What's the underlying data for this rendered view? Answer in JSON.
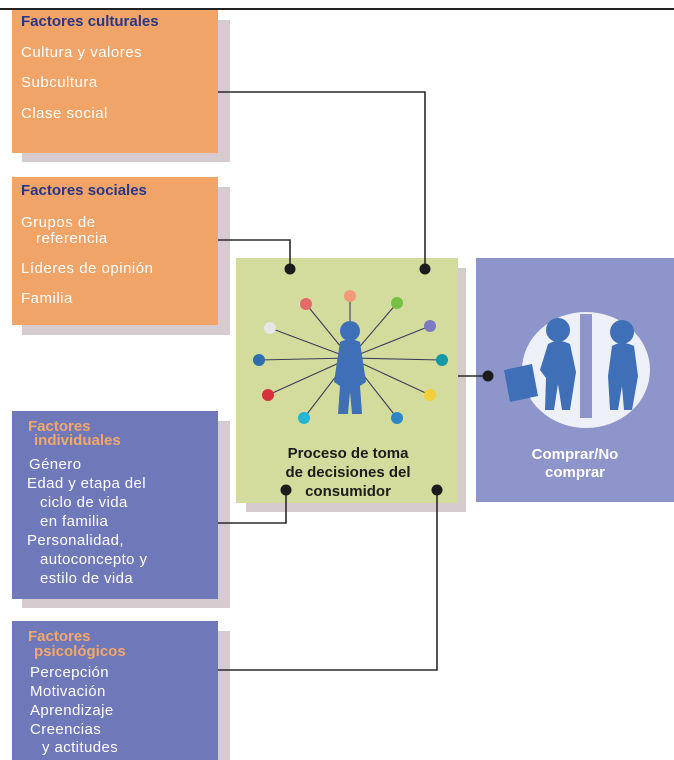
{
  "factors": {
    "cultural": {
      "title": "Factores culturales",
      "items": [
        "Cultura y valores",
        "Subcultura",
        "Clase social"
      ]
    },
    "social": {
      "title": "Factores sociales",
      "items": [
        "Grupos de",
        "referencia",
        "Líderes de opinión",
        "Familia"
      ]
    },
    "individual": {
      "title_line1": "Factores",
      "title_line2": "individuales",
      "items": [
        "Género",
        "Edad y etapa del",
        "ciclo de vida",
        "en familia",
        "Personalidad,",
        "autoconcepto y",
        "estilo de vida"
      ]
    },
    "psychological": {
      "title_line1": "Factores",
      "title_line2": "psicológicos",
      "items": [
        "Percepción",
        "Motivación",
        "Aprendizaje",
        "Creencias",
        "y actitudes"
      ]
    }
  },
  "center": {
    "line1": "Proceso de toma",
    "line2": "de decisiones del",
    "line3": "consumidor"
  },
  "outcome": {
    "line1": "Comprar/No",
    "line2": "comprar"
  },
  "colors": {
    "orange": "#f0a468",
    "blue": "#6f78b8",
    "center": "#d3dc9c",
    "outcome": "#8e95cb",
    "figure": "#3e6fb7",
    "heading_navy": "#2c3585",
    "heading_peach": "#f5a86b"
  }
}
